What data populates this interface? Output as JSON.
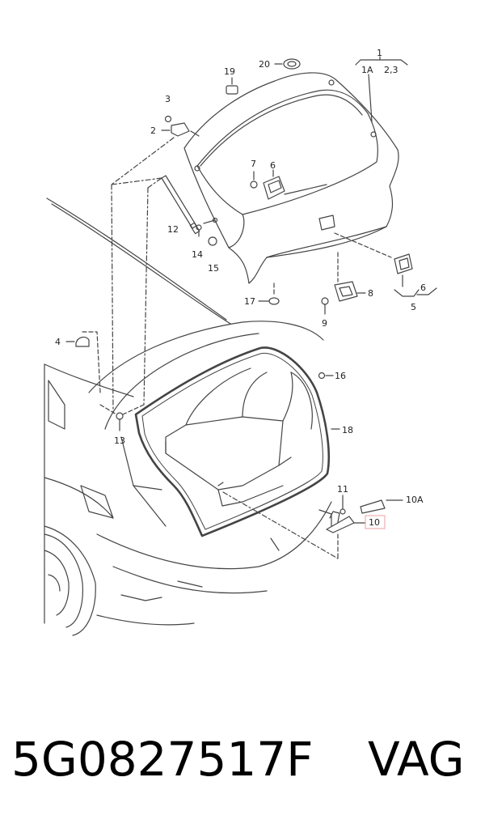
{
  "callouts": {
    "c1": "1",
    "c1a": "1A",
    "c23": "2,3",
    "c2": "2",
    "c3": "3",
    "c4": "4",
    "c5": "5",
    "c6": "6",
    "c6b": "6",
    "c7": "7",
    "c8": "8",
    "c9": "9",
    "c10": "10",
    "c10a": "10A",
    "c11": "11",
    "c12": "12",
    "c13": "13",
    "c14": "14",
    "c15": "15",
    "c16": "16",
    "c17": "17",
    "c18": "18",
    "c19": "19",
    "c20": "20"
  },
  "highlight_color": "#e8a0a0",
  "caption": {
    "part_number": "5G0827517F",
    "brand": "VAG"
  }
}
